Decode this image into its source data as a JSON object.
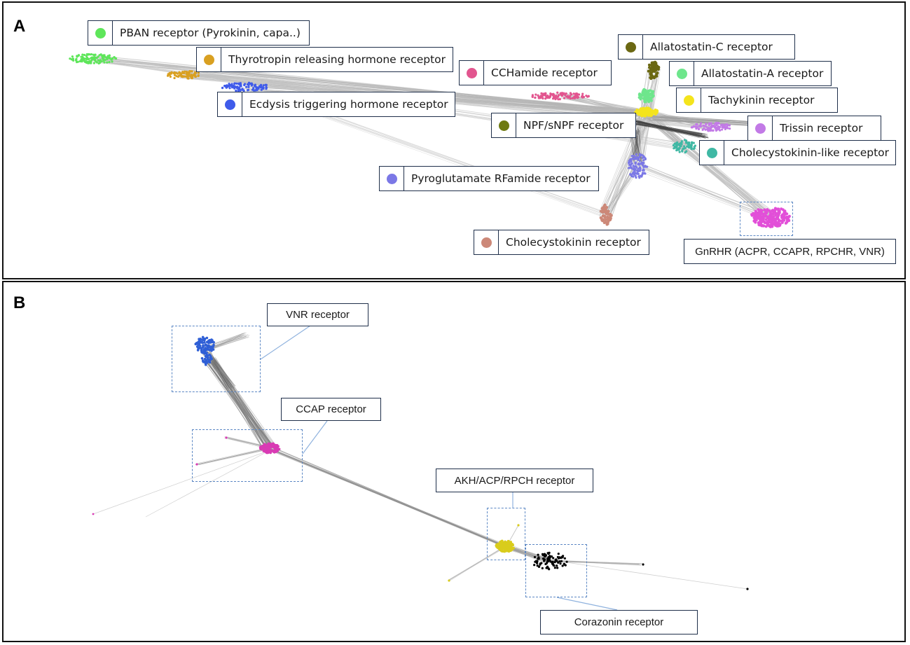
{
  "panel_a": {
    "letter": "A",
    "labels": {
      "pban": "PBAN receptor (Pyrokinin, capa..)",
      "trh": "Thyrotropin releasing hormone receptor",
      "eth": "Ecdysis triggering hormone receptor",
      "ccha": "CCHamide receptor",
      "astc": "Allatostatin-C receptor",
      "asta": "Allatostatin-A receptor",
      "tk": "Tachykinin receptor",
      "npf": "NPF/sNPF receptor",
      "trissin": "Trissin receptor",
      "cckl": "Cholecystokinin-like  receptor",
      "pyro": "Pyroglutamate RFamide receptor",
      "cck": "Cholecystokinin  receptor",
      "gnrhr": "GnRHR (ACPR,  CCAPR, RPCHR, VNR)"
    },
    "colors": {
      "pban": "#5ee65a",
      "trh": "#d9a021",
      "eth": "#3f5bea",
      "ccha": "#e2558f",
      "astc": "#6b6812",
      "asta": "#6ee68c",
      "tk": "#f4e41c",
      "npf": "#6e7a12",
      "trissin": "#c27ae6",
      "cckl": "#3fb8a4",
      "pyro": "#7b78e6",
      "cck": "#cc8878",
      "gnrhr": "#e24fd8"
    },
    "icons": [
      "color-dot-icon"
    ]
  },
  "panel_b": {
    "letter": "B",
    "labels": {
      "vnr": "VNR receptor",
      "ccap": "CCAP receptor",
      "akh": "AKH/ACP/RPCH receptor",
      "corazonin": "Corazonin receptor"
    },
    "colors": {
      "vnr": "#2f5fd6",
      "ccap": "#d93bb4",
      "akh": "#d9cc1c",
      "corazonin": "#d92020"
    }
  }
}
